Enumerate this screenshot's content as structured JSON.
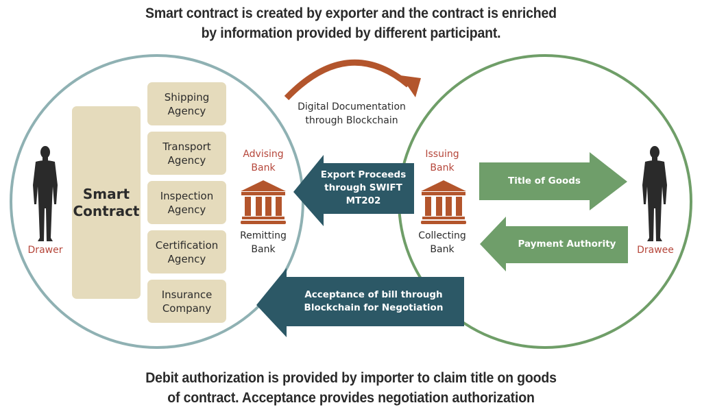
{
  "header": {
    "caption_line1": "Smart contract is created by exporter and the contract is enriched",
    "caption_line2": "by information provided by different participant."
  },
  "footer": {
    "caption_line1": "Debit authorization is provided by importer to claim title on goods",
    "caption_line2": "of contract. Acceptance provides negotiation authorization"
  },
  "colors": {
    "exporter_circle": "#8fb1b3",
    "importer_circle": "#6f9e68",
    "agency_fill": "#e5dbbc",
    "bank_icon": "#b3552c",
    "role_label": "#b5463a",
    "teal_arrow": "#2c5866",
    "green_arrow": "#6f9e6a",
    "digital_arc": "#b3552c",
    "person": "#2a2a2a"
  },
  "exporter_side": {
    "person_label": "Drawer",
    "smart_contract": {
      "line1": "Smart",
      "line2": "Contract"
    },
    "agencies": [
      {
        "line1": "Shipping",
        "line2": "Agency"
      },
      {
        "line1": "Transport",
        "line2": "Agency"
      },
      {
        "line1": "Inspection",
        "line2": "Agency"
      },
      {
        "line1": "Certification",
        "line2": "Agency"
      },
      {
        "line1": "Insurance",
        "line2": "Company"
      }
    ],
    "bank": {
      "role_line1": "Advising",
      "role_line2": "Bank",
      "name_line1": "Remitting",
      "name_line2": "Bank"
    }
  },
  "importer_side": {
    "person_label": "Drawee",
    "bank": {
      "role_line1": "Issuing",
      "role_line2": "Bank",
      "name_line1": "Collecting",
      "name_line2": "Bank"
    }
  },
  "flows": {
    "digital_documentation": {
      "line1": "Digital Documentation",
      "line2": "through Blockchain",
      "direction": "exporter-to-importer"
    },
    "export_proceeds": {
      "line1": "Export Proceeds",
      "line2": "through SWIFT",
      "line3": "MT202",
      "direction": "importer-to-exporter"
    },
    "title_of_goods": {
      "line1": "Title of Goods",
      "direction": "bank-to-drawee"
    },
    "payment_authority": {
      "line1": "Payment Authority",
      "direction": "drawee-to-bank"
    },
    "acceptance": {
      "line1": "Acceptance of bill through",
      "line2": "Blockchain for Negotiation",
      "direction": "importer-to-exporter"
    }
  }
}
